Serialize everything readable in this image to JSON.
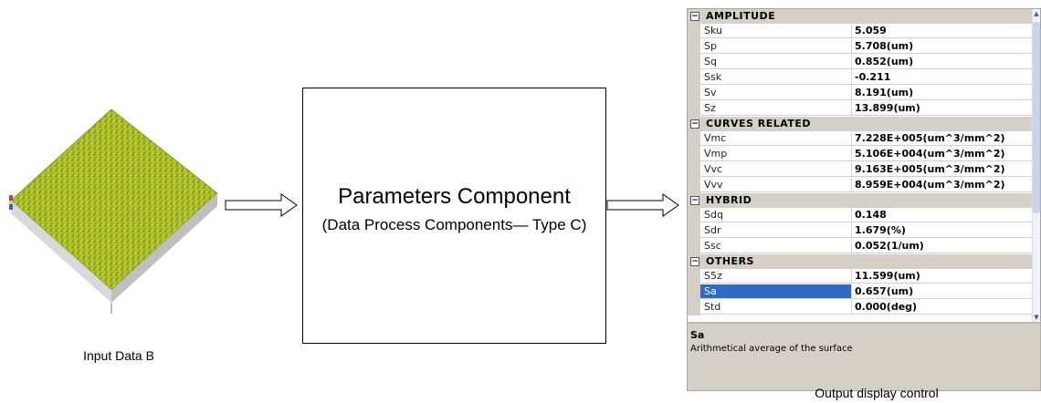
{
  "input_caption": "Input Data B",
  "component": {
    "title": "Parameters Component",
    "subtitle": "(Data Process Components— Type C)"
  },
  "output_caption": "Output display control",
  "property_grid": {
    "categories": [
      {
        "label": "AMPLITUDE",
        "toggle": "⊟",
        "rows": [
          {
            "name": "Sku",
            "value": "5.059"
          },
          {
            "name": "Sp",
            "value": "5.708(um)"
          },
          {
            "name": "Sq",
            "value": "0.852(um)"
          },
          {
            "name": "Ssk",
            "value": "-0.211"
          },
          {
            "name": "Sv",
            "value": "8.191(um)"
          },
          {
            "name": "Sz",
            "value": "13.899(um)"
          }
        ]
      },
      {
        "label": "CURVES RELATED",
        "toggle": "⊟",
        "rows": [
          {
            "name": "Vmc",
            "value": "7.228E+005(um^3/mm^2)"
          },
          {
            "name": "Vmp",
            "value": "5.106E+004(um^3/mm^2)"
          },
          {
            "name": "Vvc",
            "value": "9.163E+005(um^3/mm^2)"
          },
          {
            "name": "Vvv",
            "value": "8.959E+004(um^3/mm^2)"
          }
        ]
      },
      {
        "label": "HYBRID",
        "toggle": "⊟",
        "rows": [
          {
            "name": "Sdq",
            "value": "0.148"
          },
          {
            "name": "Sdr",
            "value": "1.679(%)"
          },
          {
            "name": "Ssc",
            "value": "0.052(1/um)"
          }
        ]
      },
      {
        "label": "OTHERS",
        "toggle": "⊟",
        "rows": [
          {
            "name": "S5z",
            "value": "11.599(um)"
          },
          {
            "name": "Sa",
            "value": "0.657(um)",
            "selected": true
          },
          {
            "name": "Std",
            "value": "0.000(deg)"
          }
        ]
      }
    ],
    "description": {
      "title": "Sa",
      "text": "Arithmetical average of the surface"
    },
    "selection_color": "#316ac5"
  },
  "surface_colors": {
    "top": "#a8c829",
    "side_left": "#d9d9d9",
    "side_right": "#bfbfbf"
  }
}
